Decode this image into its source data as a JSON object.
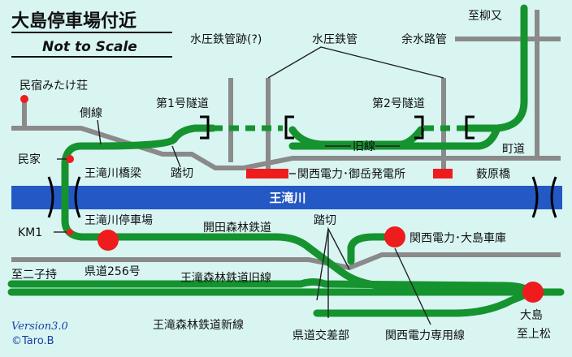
{
  "title": "大島停車場付近",
  "subtitle": "Not to Scale",
  "version": "Version3.0",
  "copyright": "©Taro.B",
  "colors": {
    "background": "#d8f5f2",
    "railway": "#15932e",
    "road": "#8a8a8a",
    "river": "#2458c4",
    "station": "#ee1c1c",
    "facility": "#ee1c1c",
    "tunnel": "#000000"
  },
  "labels": {
    "to_yanagimata": "至柳又",
    "penstock_ruins": "水圧鉄管跡(?)",
    "penstock": "水圧鉄管",
    "yosuiro": "余水路管",
    "minshuku": "民宿みたけ荘",
    "sokusen": "側線",
    "tunnel1": "第1号隧道",
    "tunnel2": "第2号隧道",
    "old_line": "旧線",
    "town_road": "町道",
    "minka": "民家",
    "bridge_otaki": "王滝川橋梁",
    "crossing_top": "踏切",
    "power_station": "関西電力･御岳発電所",
    "yabara_bridge": "薮原橋",
    "river": "王滝川",
    "km1": "KM1",
    "otaki_station": "王滝川停車場",
    "kaida": "開田森林鉄道",
    "crossing_mid": "踏切",
    "kansai_depot": "関西電力･大島車庫",
    "to_futagomochi": "至二子持",
    "route256": "県道256号",
    "old_otaki": "王滝森林鉄道旧線",
    "oshima": "大島",
    "to_kamimatsu": "至上松",
    "new_otaki": "王滝森林鉄道新線",
    "kendo_junction": "県道交差部",
    "kansai_dedicated": "関西電力専用線"
  }
}
